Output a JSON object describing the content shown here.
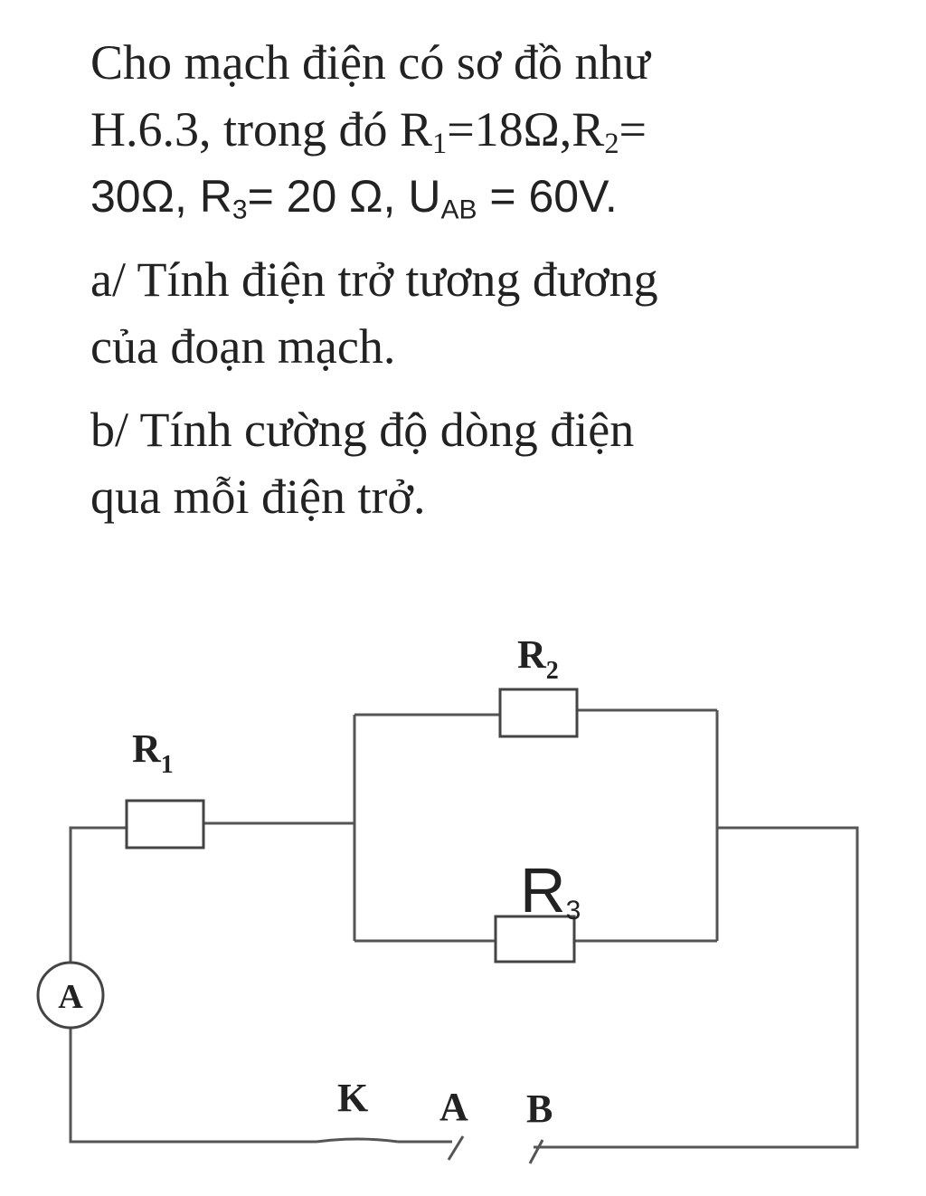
{
  "problem": {
    "line1": "Cho mạch điện có sơ đồ như",
    "line2_prefix": "H.6.3, trong đó R",
    "line2_r1_sub": "1",
    "line2_r1_value": "=18Ω,R",
    "line2_r2_sub": "2",
    "line2_suffix": "=",
    "line3_value": "30Ω, R",
    "line3_r3_sub": "3",
    "line3_mid": "= 20 Ω, U",
    "line3_u_sub": "AB",
    "line3_end": " = 60V.",
    "part_a_line1": "a/ Tính điện trở tương đương",
    "part_a_line2": "của đoạn mạch.",
    "part_b_line1": "b/ Tính cường độ dòng điện",
    "part_b_line2": "qua mỗi điện trở."
  },
  "circuit": {
    "r1": {
      "letter": "R",
      "sub": "1"
    },
    "r2": {
      "letter": "R",
      "sub": "2"
    },
    "r3": {
      "letter": "R",
      "sub": "3"
    },
    "ammeter": "A",
    "switch": "K",
    "terminal_a": "A",
    "terminal_b": "B"
  }
}
